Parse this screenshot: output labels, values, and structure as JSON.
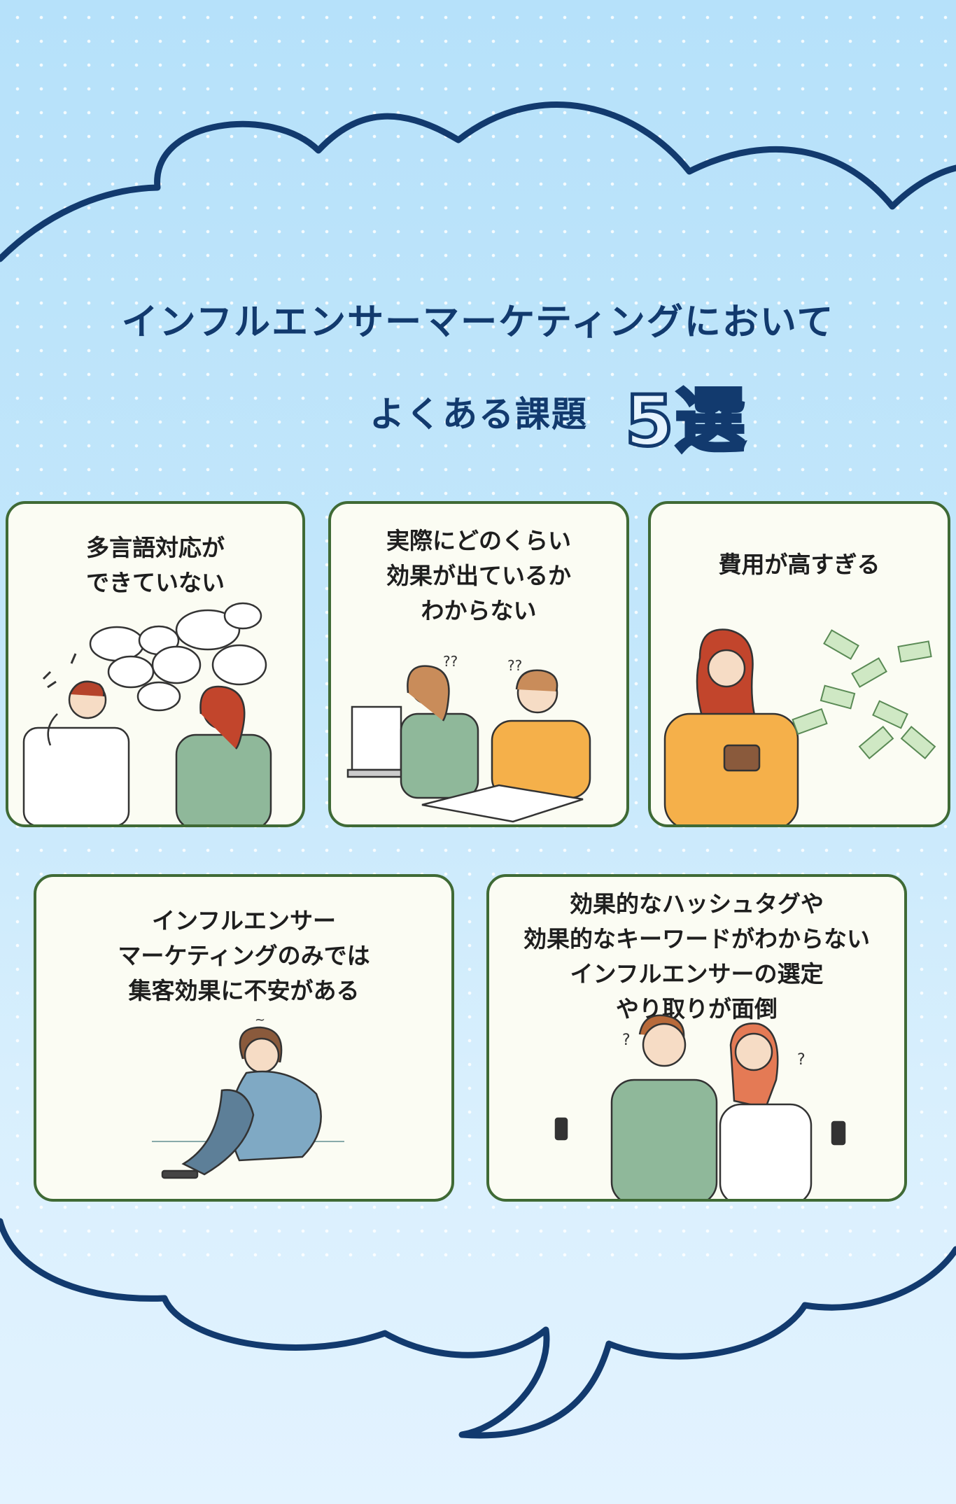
{
  "header": {
    "title_line1": "インフルエンサーマーケティングにおいて",
    "title_line2": "よくある課題",
    "title_number": "5選"
  },
  "cards": [
    {
      "lines": [
        "多言語対応が",
        "できていない"
      ]
    },
    {
      "lines": [
        "実際にどのくらい",
        "効果が出ているか",
        "わからない"
      ]
    },
    {
      "lines": [
        "費用が高すぎる"
      ]
    },
    {
      "lines": [
        "インフルエンサー",
        "マーケティングのみでは",
        "集客効果に不安がある"
      ]
    },
    {
      "lines": [
        "効果的なハッシュタグや",
        "効果的なキーワードがわからない",
        "インフルエンサーの選定",
        "やり取りが面倒"
      ]
    }
  ],
  "colors": {
    "navy": "#123a6e",
    "card_border": "#3f6a35",
    "card_bg": "#fbfcf3"
  },
  "illustrations": [
    "confused-people-speech-bubbles",
    "two-people-at-computer-confused",
    "woman-empty-wallet-money-flying",
    "sad-woman-sitting-hugging-knees",
    "confused-couple-holding-phones"
  ]
}
